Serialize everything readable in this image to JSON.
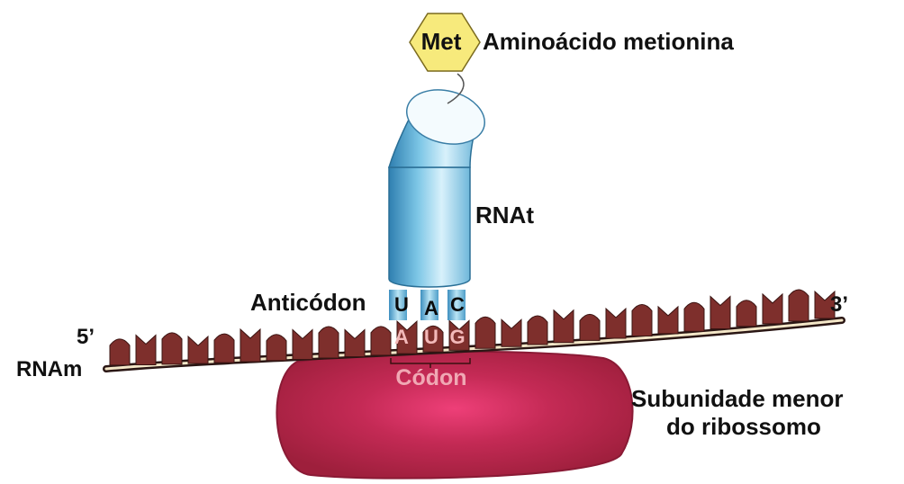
{
  "diagram": {
    "amino_acid": {
      "abbrev": "Met",
      "label": "Aminoácido metionina"
    },
    "trna_label": "RNAt",
    "anticodon": {
      "label": "Anticódon",
      "bases": [
        "U",
        "A",
        "C"
      ]
    },
    "codon": {
      "label": "Códon",
      "bases": [
        "A",
        "U",
        "G"
      ]
    },
    "mrna": {
      "label": "RNAm",
      "five_prime": "5’",
      "three_prime": "3’"
    },
    "ribosome": {
      "line1": "Subunidade menor",
      "line2": "do ribossomo"
    },
    "colors": {
      "trna": "#8fd2ec",
      "mrna_bases": "#7e2f2c",
      "ribosome": "#b8264a",
      "amino_acid": "#f7ea7c"
    }
  }
}
